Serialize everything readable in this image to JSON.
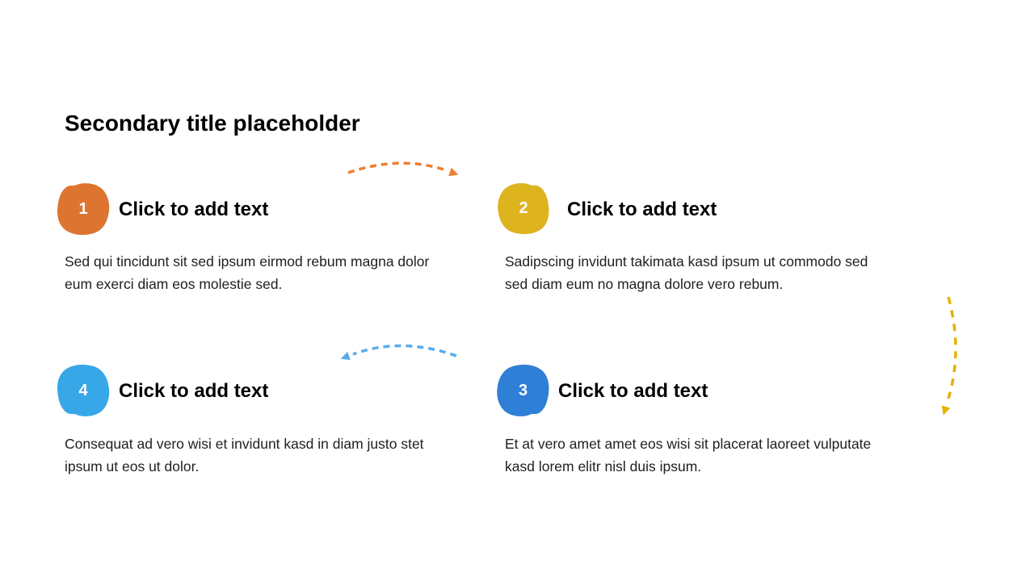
{
  "slide": {
    "title": "Secondary title placeholder"
  },
  "items": [
    {
      "number": "1",
      "heading": "Click to add text",
      "color": "#DD7530",
      "body_lines": [
        "Sed qui tincidunt sit sed ipsum eirmod rebum magna dolor",
        "eum exerci diam eos molestie sed."
      ]
    },
    {
      "number": "2",
      "heading": "Click to add text",
      "color": "#DDB31E",
      "body_lines": [
        "Sadipscing invidunt takimata kasd ipsum ut commodo sed",
        "sed diam eum no magna dolore vero rebum."
      ]
    },
    {
      "number": "3",
      "heading": "Click to add text",
      "color": "#2E7FD5",
      "body_lines": [
        "Et at vero amet amet eos wisi sit placerat laoreet vulputate",
        "kasd lorem elitr nisl duis ipsum."
      ]
    },
    {
      "number": "4",
      "heading": "Click to add text",
      "color": "#38A7E8",
      "body_lines": [
        "Consequat ad vero wisi et invidunt kasd in diam justo stet",
        "ipsum ut eos ut dolor."
      ]
    }
  ],
  "arrows": {
    "top": {
      "color": "#ED7D31",
      "direction": "curve-right"
    },
    "middle": {
      "color": "#58ACEC",
      "direction": "curve-left"
    },
    "right": {
      "color": "#E5B200",
      "direction": "curve-down"
    }
  }
}
